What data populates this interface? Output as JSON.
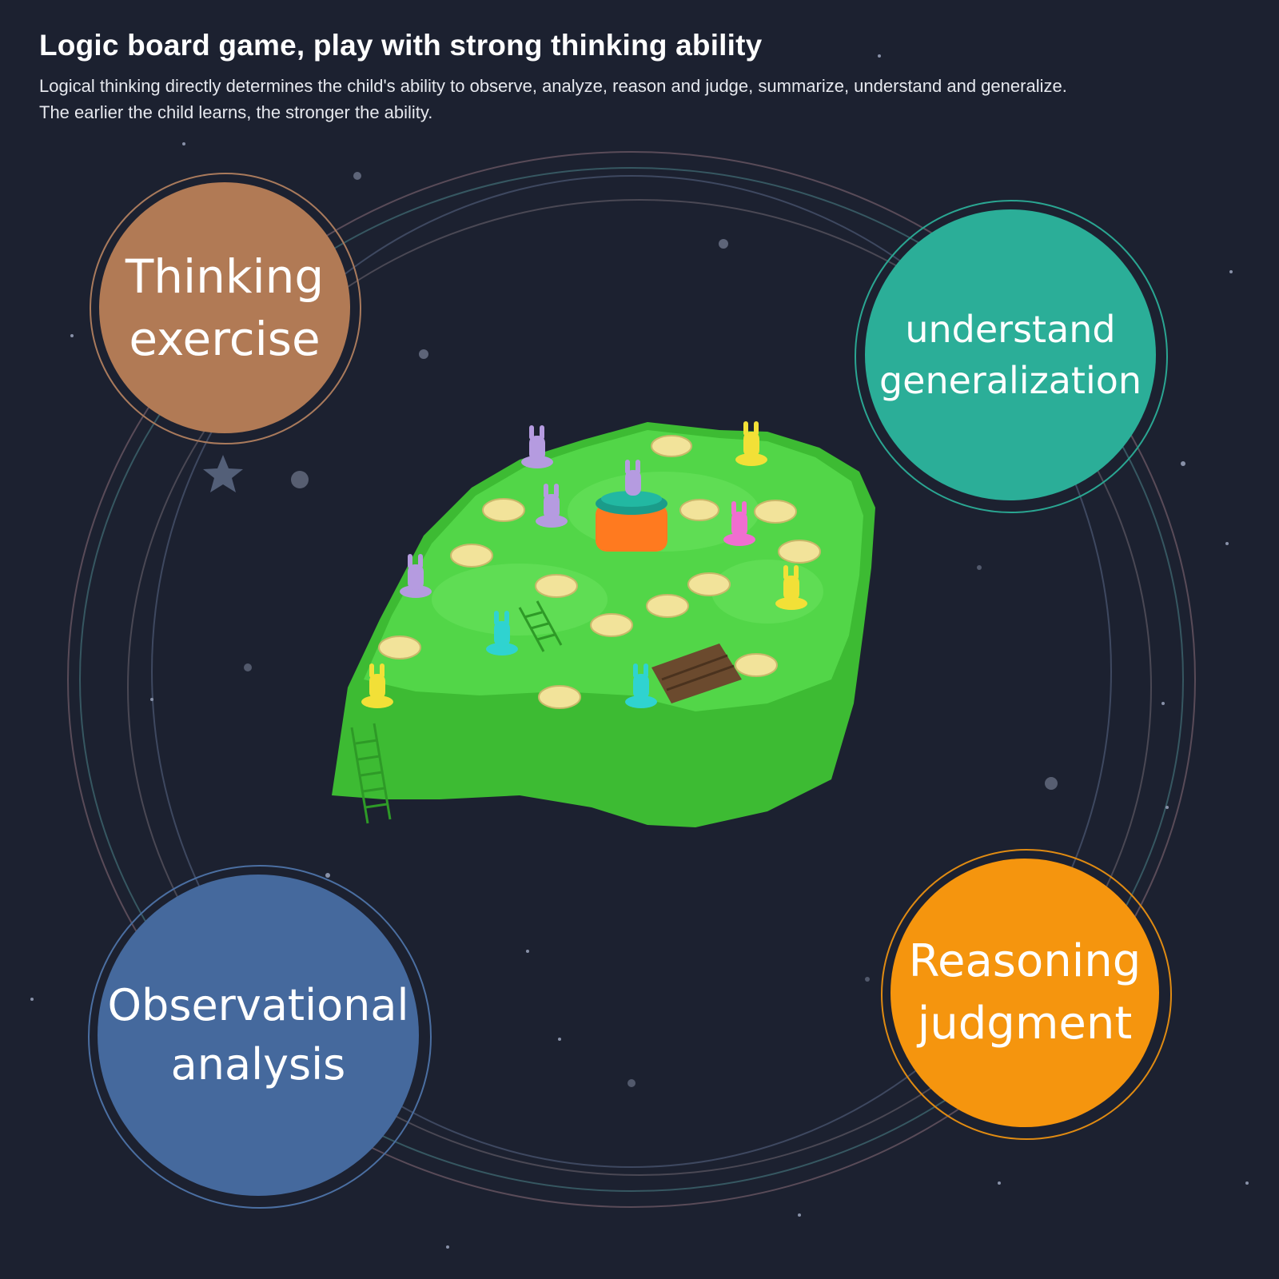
{
  "header": {
    "title": "Logic board game, play with strong thinking ability",
    "line1": "Logical thinking directly determines the child's ability to observe, analyze, reason and judge, summarize, understand and generalize.",
    "line2": "The earlier the child learns, the stronger the ability."
  },
  "bubbles": {
    "thinking": {
      "line1": "Thinking",
      "line2": "exercise",
      "color": "#b17a55"
    },
    "understand": {
      "line1": "understand",
      "line2": "generalization",
      "color": "#2bae98"
    },
    "observational": {
      "line1": "Observational",
      "line2": "analysis",
      "color": "#45699d"
    },
    "reasoning": {
      "line1": "Reasoning",
      "line2": "judgment",
      "color": "#f5950e"
    }
  },
  "colors": {
    "background": "#1c2130",
    "board_green": "#4bd43c",
    "pad_yellow": "#f2e39a"
  },
  "product": {
    "icon": "board-game-image"
  }
}
